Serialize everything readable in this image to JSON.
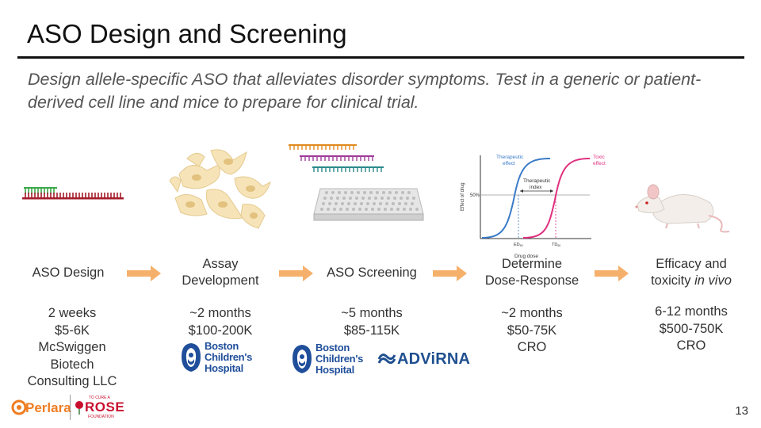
{
  "slide": {
    "title": "ASO Design and Screening",
    "subtitle": "Design allele-specific ASO that alleviates disorder symptoms. Test in a generic or patient-derived cell line and mice to prepare for clinical trial.",
    "page_number": "13"
  },
  "steps": [
    {
      "label_lines": [
        "ASO Design"
      ],
      "details": [
        "2 weeks",
        "$5-6K",
        "McSwiggen",
        "Biotech",
        "Consulting LLC"
      ]
    },
    {
      "label_lines": [
        "Assay",
        "Development"
      ],
      "details": [
        "~2 months",
        "$100-200K"
      ]
    },
    {
      "label_lines": [
        "ASO Screening"
      ],
      "details": [
        "~5 months",
        "$85-115K"
      ]
    },
    {
      "label_lines": [
        "Determine",
        "Dose-Response"
      ],
      "details": [
        "~2 months",
        "$50-75K",
        "CRO"
      ]
    },
    {
      "label_lines": [
        "Efficacy and",
        "toxicity "
      ],
      "label_italic": "in vivo",
      "details": [
        "6-12 months",
        "$500-750K",
        "CRO"
      ]
    }
  ],
  "dose_chart": {
    "therapeutic_label": [
      "Therapeutic",
      "effect"
    ],
    "toxic_label": [
      "Toxic",
      "effect"
    ],
    "index_label": [
      "Therapeutic",
      "index"
    ],
    "y_axis_label": "Effect of drug",
    "y_tick": "50%",
    "x_axis_label": "Drug dose",
    "ed_label": "ED",
    "ed_sub": "50",
    "td_label": "TD",
    "td_sub": "50"
  },
  "logos": {
    "bch": [
      "Boston",
      "Children's",
      "Hospital"
    ],
    "advirna": "ADViRNA",
    "perlara": "Perlara",
    "rose_top": "TO CURE A",
    "rose_main": "ROSE",
    "rose_bottom": "FOUNDATION"
  },
  "colors": {
    "arrow": "#f5b06b",
    "therapeutic_curve": "#3a7bc8",
    "toxic_curve": "#e0307f",
    "bch_blue": "#1f4e9a",
    "advirna_blue": "#1f4f8f",
    "perlara_orange": "#ef7d22",
    "rose_red": "#c8102e"
  }
}
